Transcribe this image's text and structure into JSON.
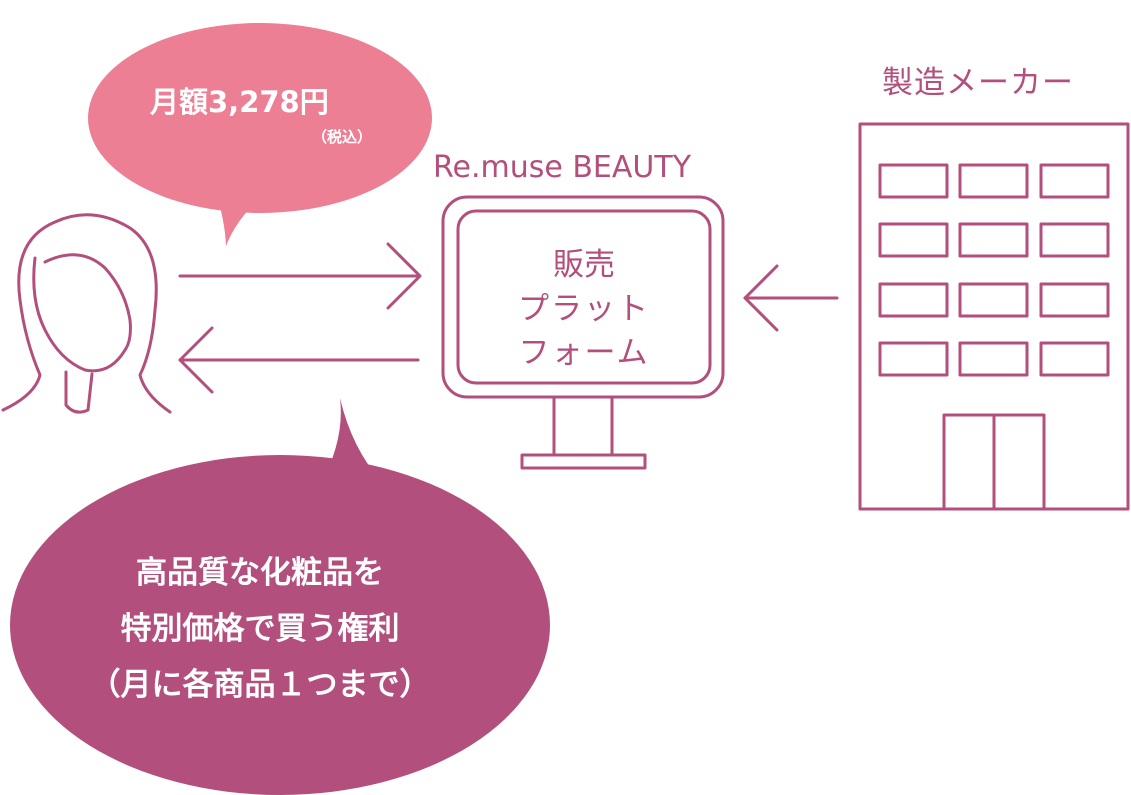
{
  "colors": {
    "primary": "#b24f7d",
    "pink_bubble": "#ec7f93",
    "white": "#ffffff"
  },
  "price_bubble": {
    "price": "月額3,278円",
    "tax_note": "（税込）"
  },
  "platform": {
    "brand_label": "Re.muse BEAUTY",
    "screen_lines": [
      "販売",
      "プラット",
      "フォーム"
    ]
  },
  "maker": {
    "label": "製造メーカー"
  },
  "benefit_bubble": {
    "lines": [
      "高品質な化粧品を",
      "特別価格で買う権利",
      "（月に各商品１つまで）"
    ]
  },
  "icons": {
    "customer": "woman-avatar-icon",
    "platform": "monitor-icon",
    "maker": "factory-building-icon"
  }
}
